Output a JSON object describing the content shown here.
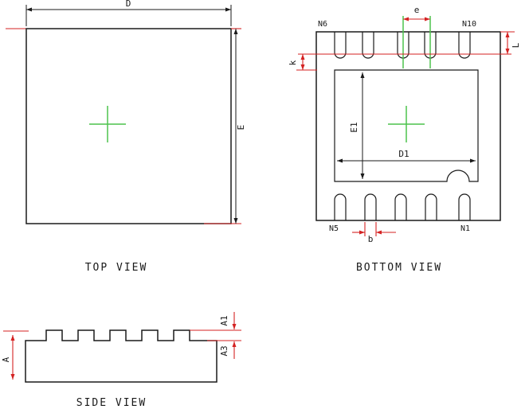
{
  "top_view": {
    "title": "TOP VIEW",
    "dims": {
      "d": "D",
      "e": "E"
    }
  },
  "bottom_view": {
    "title": "BOTTOM VIEW",
    "dims": {
      "e_pitch": "e",
      "l": "L",
      "k": "k",
      "e1": "E1",
      "d1": "D1",
      "b": "b"
    },
    "pins": {
      "n6": "N6",
      "n10": "N10",
      "n5": "N5",
      "n1": "N1"
    }
  },
  "side_view": {
    "title": "SIDE VIEW",
    "dims": {
      "a": "A",
      "a1": "A1",
      "a3": "A3"
    }
  },
  "colors": {
    "outline": "#1a1a1a",
    "dimension_red": "#d42222",
    "centerline_green": "#4cc24c"
  }
}
